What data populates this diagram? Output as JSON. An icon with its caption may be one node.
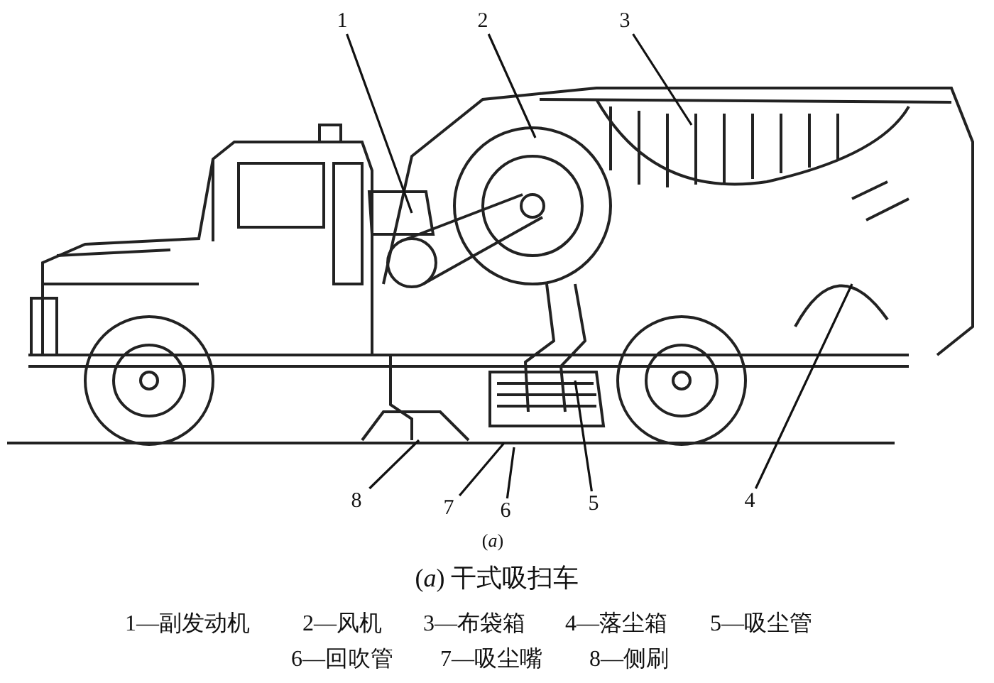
{
  "diagram": {
    "caption": "(*a*) 干式吸扫车",
    "nodes": [
      {
        "text": [
          "1"
        ]
      },
      {
        "text": [
          "2"
        ]
      },
      {
        "text": [
          "3"
        ]
      },
      {
        "text": [
          "4"
        ]
      },
      {
        "text": [
          "5"
        ]
      },
      {
        "text": [
          "6"
        ]
      },
      {
        "text": [
          "7"
        ]
      },
      {
        "text": [
          "8"
        ]
      }
    ],
    "edges": [
      {
        "from": 0,
        "to": null,
        "arrow": "none"
      },
      {
        "from": 1,
        "to": null,
        "arrow": "none"
      },
      {
        "from": 2,
        "to": null,
        "arrow": "none"
      },
      {
        "from": 3,
        "to": null,
        "arrow": "none"
      },
      {
        "from": 4,
        "to": null,
        "arrow": "none"
      },
      {
        "from": 5,
        "to": null,
        "arrow": "none"
      },
      {
        "from": 6,
        "to": null,
        "arrow": "none"
      },
      {
        "from": 7,
        "to": null,
        "arrow": "none"
      }
    ],
    "labels": [
      "(*a*)",
      "1—副发动机",
      "2—风机",
      "3—布袋箱",
      "4—落尘箱",
      "5—吸尘管",
      "6—回吹管",
      "7—吸尘嘴",
      "8—侧刷"
    ]
  }
}
